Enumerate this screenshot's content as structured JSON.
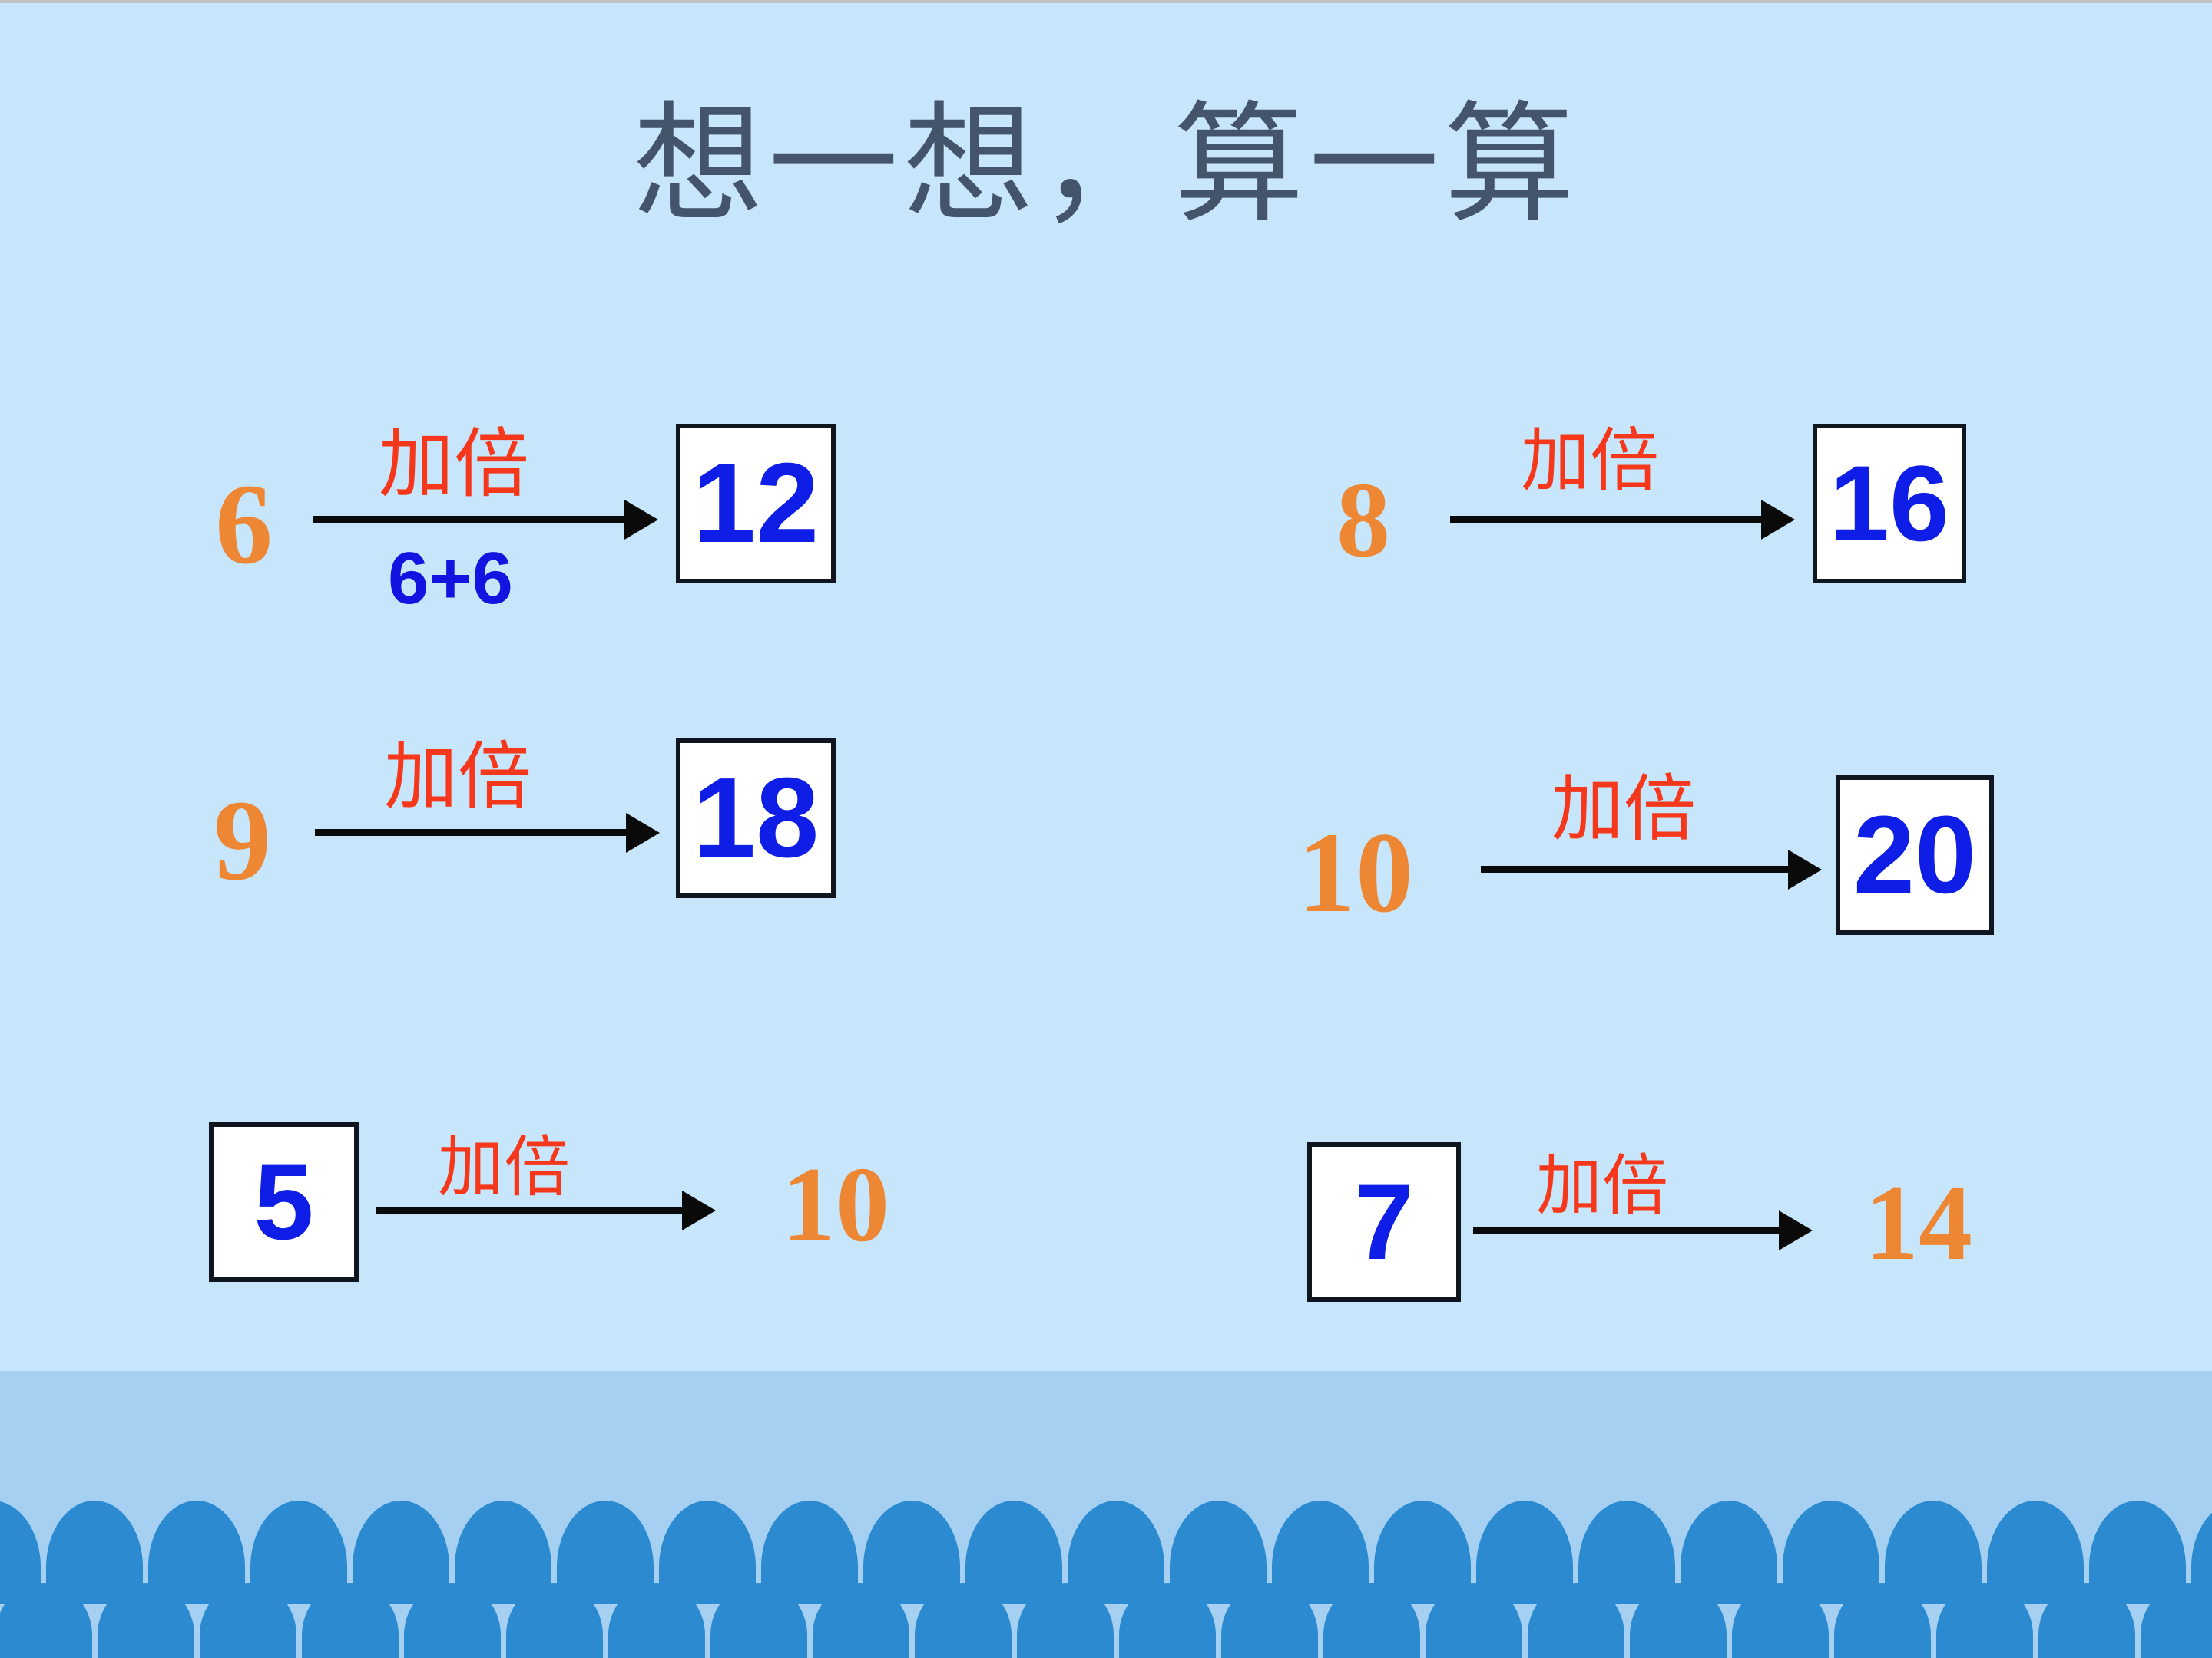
{
  "slide": {
    "title": "想一想，算一算",
    "background_color": "#c8e6fb",
    "band_color": "#a5d0f2",
    "arch_color": "#2b8ad0",
    "title_color": "#44546a",
    "operand_color": "#ed8733",
    "answer_color": "#0e1ee6",
    "label_color": "#f5381b",
    "arrow_color": "#0a0a0a"
  },
  "problems": [
    {
      "id": "row1-left",
      "start_value": "6",
      "start_boxed": false,
      "operation_label": "加倍",
      "sub_label": "6+6",
      "result_value": "12",
      "result_boxed": true
    },
    {
      "id": "row1-right",
      "start_value": "8",
      "start_boxed": false,
      "operation_label": "加倍",
      "sub_label": "",
      "result_value": "16",
      "result_boxed": true
    },
    {
      "id": "row2-left",
      "start_value": "9",
      "start_boxed": false,
      "operation_label": "加倍",
      "sub_label": "",
      "result_value": "18",
      "result_boxed": true
    },
    {
      "id": "row2-right",
      "start_value": "10",
      "start_boxed": false,
      "operation_label": "加倍",
      "sub_label": "",
      "result_value": "20",
      "result_boxed": true
    },
    {
      "id": "row3-left",
      "start_value": "5",
      "start_boxed": true,
      "operation_label": "加倍",
      "sub_label": "",
      "result_value": "10",
      "result_boxed": false
    },
    {
      "id": "row3-right",
      "start_value": "7",
      "start_boxed": true,
      "operation_label": "加倍",
      "sub_label": "",
      "result_value": "14",
      "result_boxed": false
    }
  ]
}
